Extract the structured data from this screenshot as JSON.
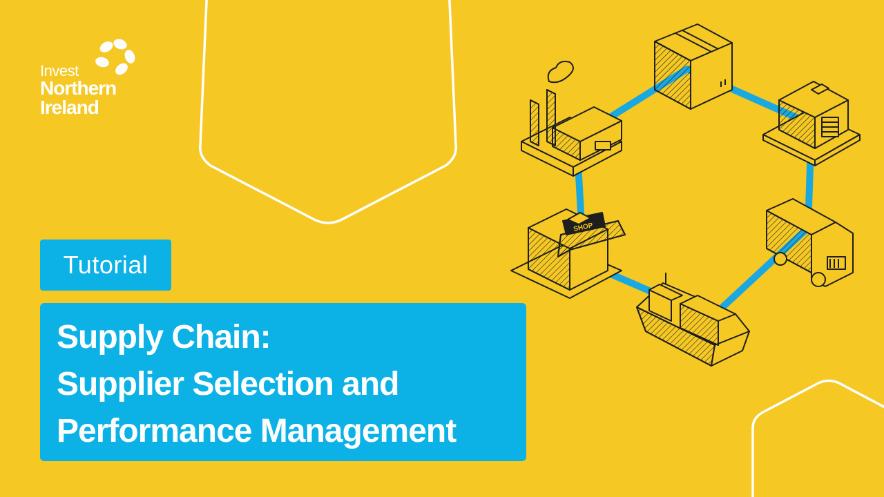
{
  "brand": {
    "logo_line1": "Invest",
    "logo_line2": "Northern",
    "logo_line3": "Ireland",
    "colors": {
      "background": "#F5C824",
      "accent_blue": "#0CB1E6",
      "text": "#FFFFFF",
      "outline": "#1E1E1E"
    }
  },
  "tag": {
    "label": "Tutorial"
  },
  "title": {
    "line1": "Supply Chain:",
    "line2": "Supplier Selection and",
    "line3": "Performance Management"
  },
  "illustration": {
    "shop_sign": "SHOP",
    "icons": [
      "factory-icon",
      "box-icon",
      "warehouse-icon",
      "truck-icon",
      "ship-icon",
      "shop-icon"
    ]
  }
}
